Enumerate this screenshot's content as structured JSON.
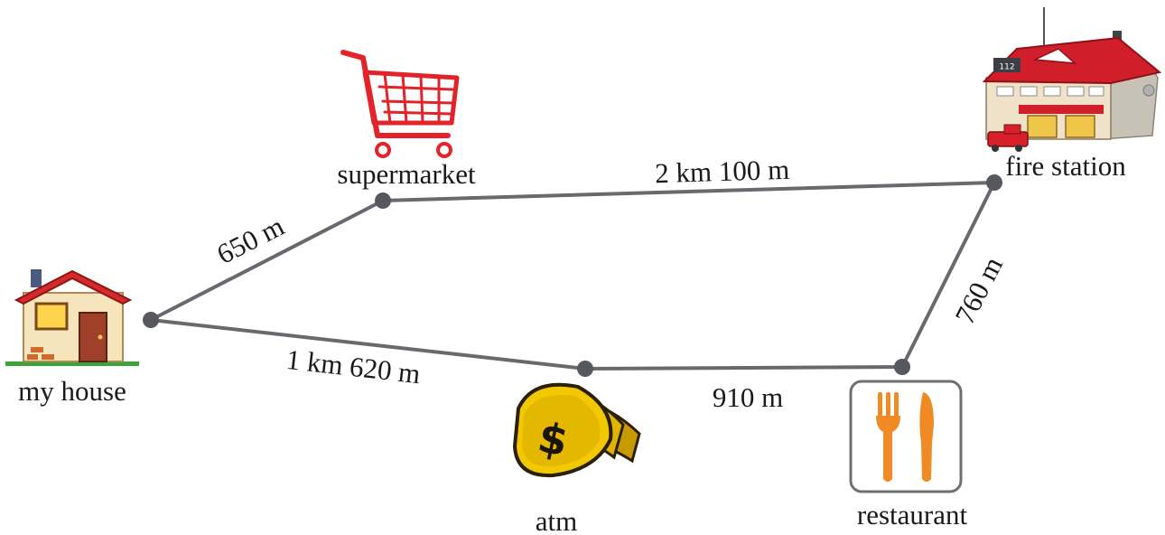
{
  "places": {
    "home": "my house",
    "supermarket": "supermarket",
    "fire_station": "fire station",
    "atm": "atm",
    "restaurant": "restaurant"
  },
  "distances": {
    "home_supermarket": "650 m",
    "supermarket_fire_station": "2 km 100 m",
    "fire_station_restaurant": "760 m",
    "home_atm": "1 km 620 m",
    "atm_restaurant": "910 m"
  },
  "icons": {
    "home": "house-icon",
    "supermarket": "shopping-cart-icon",
    "fire_station": "fire-station-icon",
    "atm": "money-icon",
    "restaurant": "fork-knife-icon"
  },
  "fire_station_sign": "112",
  "atm_symbol": "$",
  "colors": {
    "route_line": "#666a6e",
    "node": "#55595d",
    "cart": "#e2232a",
    "roof": "#c8202a",
    "money": "#e0b400",
    "cutlery": "#f08a24"
  }
}
